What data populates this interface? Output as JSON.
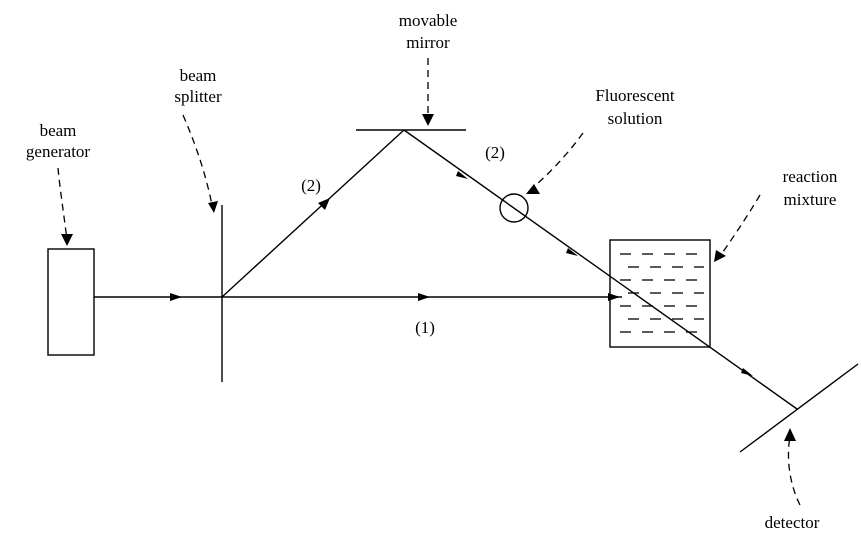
{
  "labels": {
    "beam_generator": [
      "beam",
      "generator"
    ],
    "beam_splitter": [
      "beam",
      "splitter"
    ],
    "movable_mirror": [
      "movable",
      "mirror"
    ],
    "fluorescent_solution": [
      "Fluorescent",
      "solution"
    ],
    "reaction_mixture": [
      "reaction",
      "mixture"
    ],
    "detector": "detector",
    "path_1": "(1)",
    "path_2_left": "(2)",
    "path_2_right": "(2)"
  }
}
